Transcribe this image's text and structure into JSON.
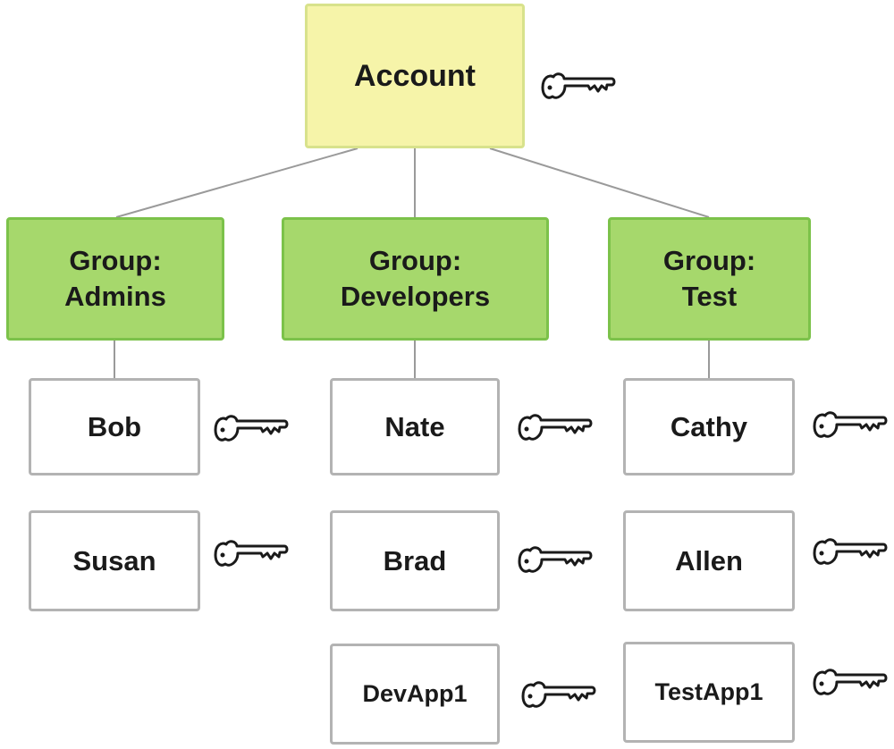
{
  "account": {
    "label": "Account"
  },
  "groups": [
    {
      "line1": "Group:",
      "line2": "Admins"
    },
    {
      "line1": "Group:",
      "line2": "Developers"
    },
    {
      "line1": "Group:",
      "line2": "Test"
    }
  ],
  "users": {
    "admins": [
      "Bob",
      "Susan"
    ],
    "developers": [
      "Nate",
      "Brad",
      "DevApp1"
    ],
    "test": [
      "Cathy",
      "Allen",
      "TestApp1"
    ]
  },
  "icons": {
    "key": "key-icon"
  },
  "colors": {
    "account_fill": "#f6f4a9",
    "account_border": "#d8e28c",
    "group_fill": "#a6d86c",
    "group_border": "#7cc24a",
    "user_border": "#b3b3b3",
    "connector": "#9a9a9a"
  }
}
